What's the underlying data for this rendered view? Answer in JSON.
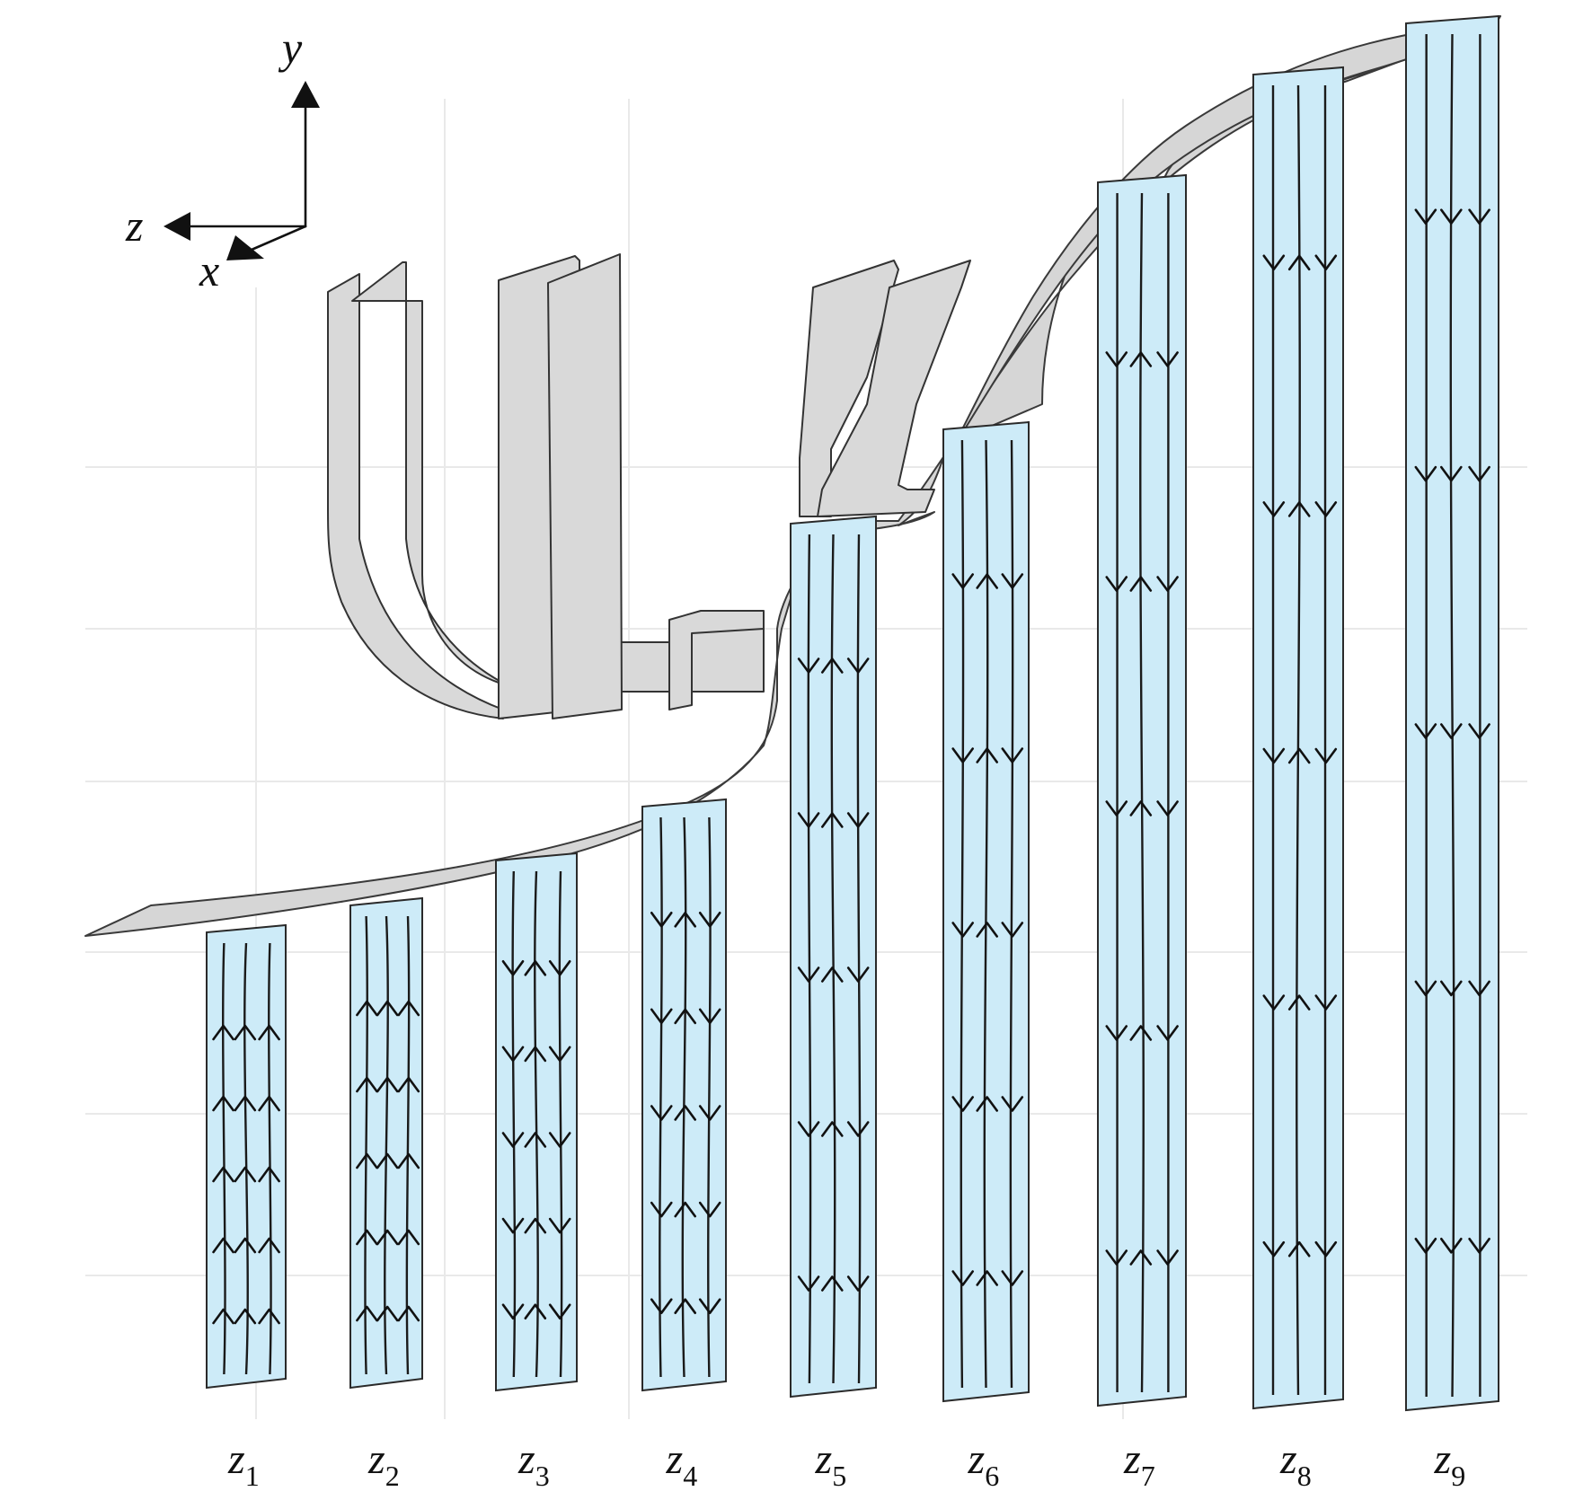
{
  "axes": {
    "y_label": "y",
    "z_label": "z",
    "x_label": "x"
  },
  "planes": [
    {
      "base": "z",
      "sub": "1",
      "flow": "up"
    },
    {
      "base": "z",
      "sub": "2",
      "flow": "up"
    },
    {
      "base": "z",
      "sub": "3",
      "flow": "mixed"
    },
    {
      "base": "z",
      "sub": "4",
      "flow": "mixed"
    },
    {
      "base": "z",
      "sub": "5",
      "flow": "mixed"
    },
    {
      "base": "z",
      "sub": "6",
      "flow": "mixed"
    },
    {
      "base": "z",
      "sub": "7",
      "flow": "mixed"
    },
    {
      "base": "z",
      "sub": "8",
      "flow": "mixed"
    },
    {
      "base": "z",
      "sub": "9",
      "flow": "down"
    }
  ],
  "colors": {
    "plane_fill": "#cdebf8",
    "surface_fill": "#d6d6d6",
    "line": "#1a1a1a"
  }
}
